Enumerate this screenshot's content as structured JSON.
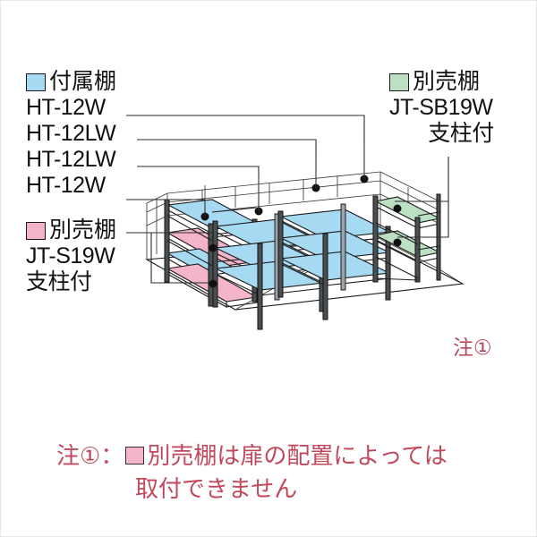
{
  "legends": {
    "blue": {
      "swatch_color": "#a6d9f2",
      "title": "付属棚",
      "models": [
        "HT-12W",
        "HT-12LW",
        "HT-12LW",
        "HT-12W"
      ]
    },
    "pink": {
      "swatch_color": "#f4b4ca",
      "title": "別売棚",
      "model": "JT-S19W",
      "suffix": "支柱付"
    },
    "green": {
      "swatch_color": "#bce0c3",
      "title": "別売棚",
      "model": "JT-SB19W",
      "suffix": "支柱付"
    }
  },
  "note_marker": {
    "label": "注①",
    "color": "#b5485c"
  },
  "footnote": {
    "marker": "注①",
    "separator": "：",
    "swatch_color": "#f4b4ca",
    "line1": "別売棚は扉の配置によっては",
    "line2": "取付できません",
    "color": "#c04a5c"
  },
  "diagram": {
    "name": "isometric-shelving-layout",
    "description": "物置内部 棚配置 アイソメ図",
    "shelf_counts": {
      "blue": 7,
      "pink": 2,
      "green": 2
    }
  }
}
